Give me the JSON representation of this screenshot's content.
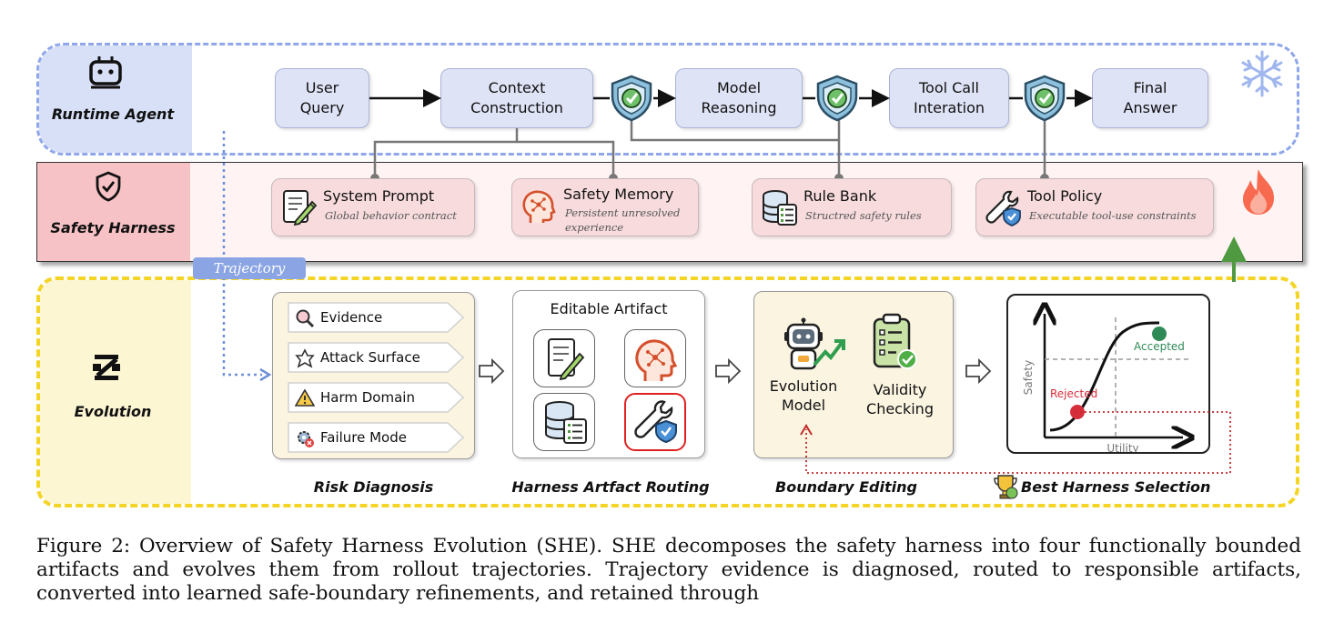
{
  "bands": {
    "runtime": "Runtime Agent",
    "harness": "Safety Harness",
    "evolution": "Evolution"
  },
  "flow": {
    "user_query": "User\nQuery",
    "context_construction": "Context\nConstruction",
    "model_reasoning": "Model\nReasoning",
    "tool_call": "Tool Call\nInteration",
    "final_answer": "Final\nAnswer"
  },
  "harness_artifacts": {
    "system_prompt": {
      "title": "System Prompt",
      "subtitle": "Global behavior contract"
    },
    "safety_memory": {
      "title": "Safety Memory",
      "subtitle": "Persistent unresolved experience"
    },
    "rule_bank": {
      "title": "Rule Bank",
      "subtitle": "Structred  safety rules"
    },
    "tool_policy": {
      "title": "Tool Policy",
      "subtitle": "Executable tool-use constraints"
    }
  },
  "trajectory_label": "Trajectory",
  "risk_tags": [
    "Evidence",
    "Attack Surface",
    "Harm Domain",
    "Failure Mode"
  ],
  "editable_artifact_title": "Editable Artifact",
  "boundary": {
    "evolution_model": "Evolution\nModel",
    "validity_checking": "Validity\nChecking"
  },
  "selection_plot": {
    "y_axis": "Safety",
    "x_axis": "Utility",
    "accepted": "Accepted",
    "rejected": "Rejected"
  },
  "stages": {
    "risk_diagnosis": "Risk Diagnosis",
    "routing": "Harness Artfact Routing",
    "boundary_editing": "Boundary Editing",
    "best_selection": "Best Harness Selection"
  },
  "caption": "Figure 2: Overview of Safety Harness Evolution (SHE). SHE decomposes the safety harness into four functionally bounded artifacts and evolves them from rollout trajectories. Trajectory evidence is diagnosed, routed to responsible artifacts, converted into learned safe-boundary refinements, and retained through",
  "colors": {
    "runtime_border": "#8fa6ea",
    "harness_bg": "#f7c2c5",
    "evolution_border": "#f4d424",
    "accepted": "#2e8b57",
    "rejected": "#d62d3a",
    "shield": "#6aa0c8"
  }
}
